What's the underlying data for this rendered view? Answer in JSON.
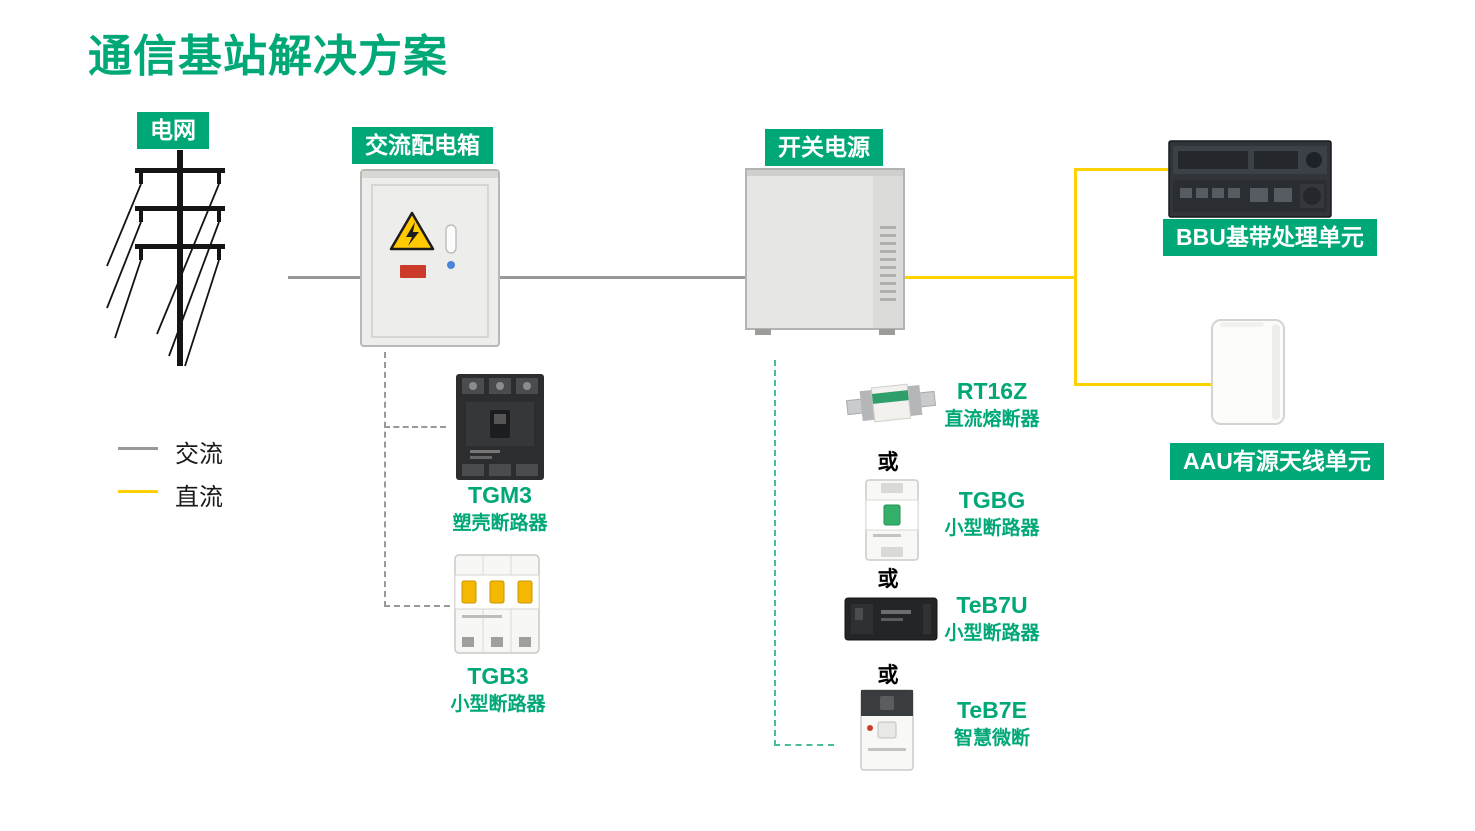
{
  "title": "通信基站解决方案",
  "badges": {
    "grid": "电网",
    "ac_box": "交流配电箱",
    "power": "开关电源",
    "bbu": "BBU基带处理单元",
    "aau": "AAU有源天线单元"
  },
  "legend": {
    "ac_label": "交流",
    "dc_label": "直流"
  },
  "or_label": "或",
  "components": {
    "tgm3": {
      "model": "TGM3",
      "type": "塑壳断路器"
    },
    "tgb3": {
      "model": "TGB3",
      "type": "小型断路器"
    },
    "rt16z": {
      "model": "RT16Z",
      "type": "直流熔断器"
    },
    "tgbg": {
      "model": "TGBG",
      "type": "小型断路器"
    },
    "teb7u": {
      "model": "TeB7U",
      "type": "小型断路器"
    },
    "teb7e": {
      "model": "TeB7E",
      "type": "智慧微断"
    }
  },
  "colors": {
    "accent_green": "#00A878",
    "dc_yellow": "#FFD100",
    "ac_gray": "#999999",
    "dashed_green": "#45BD95"
  }
}
